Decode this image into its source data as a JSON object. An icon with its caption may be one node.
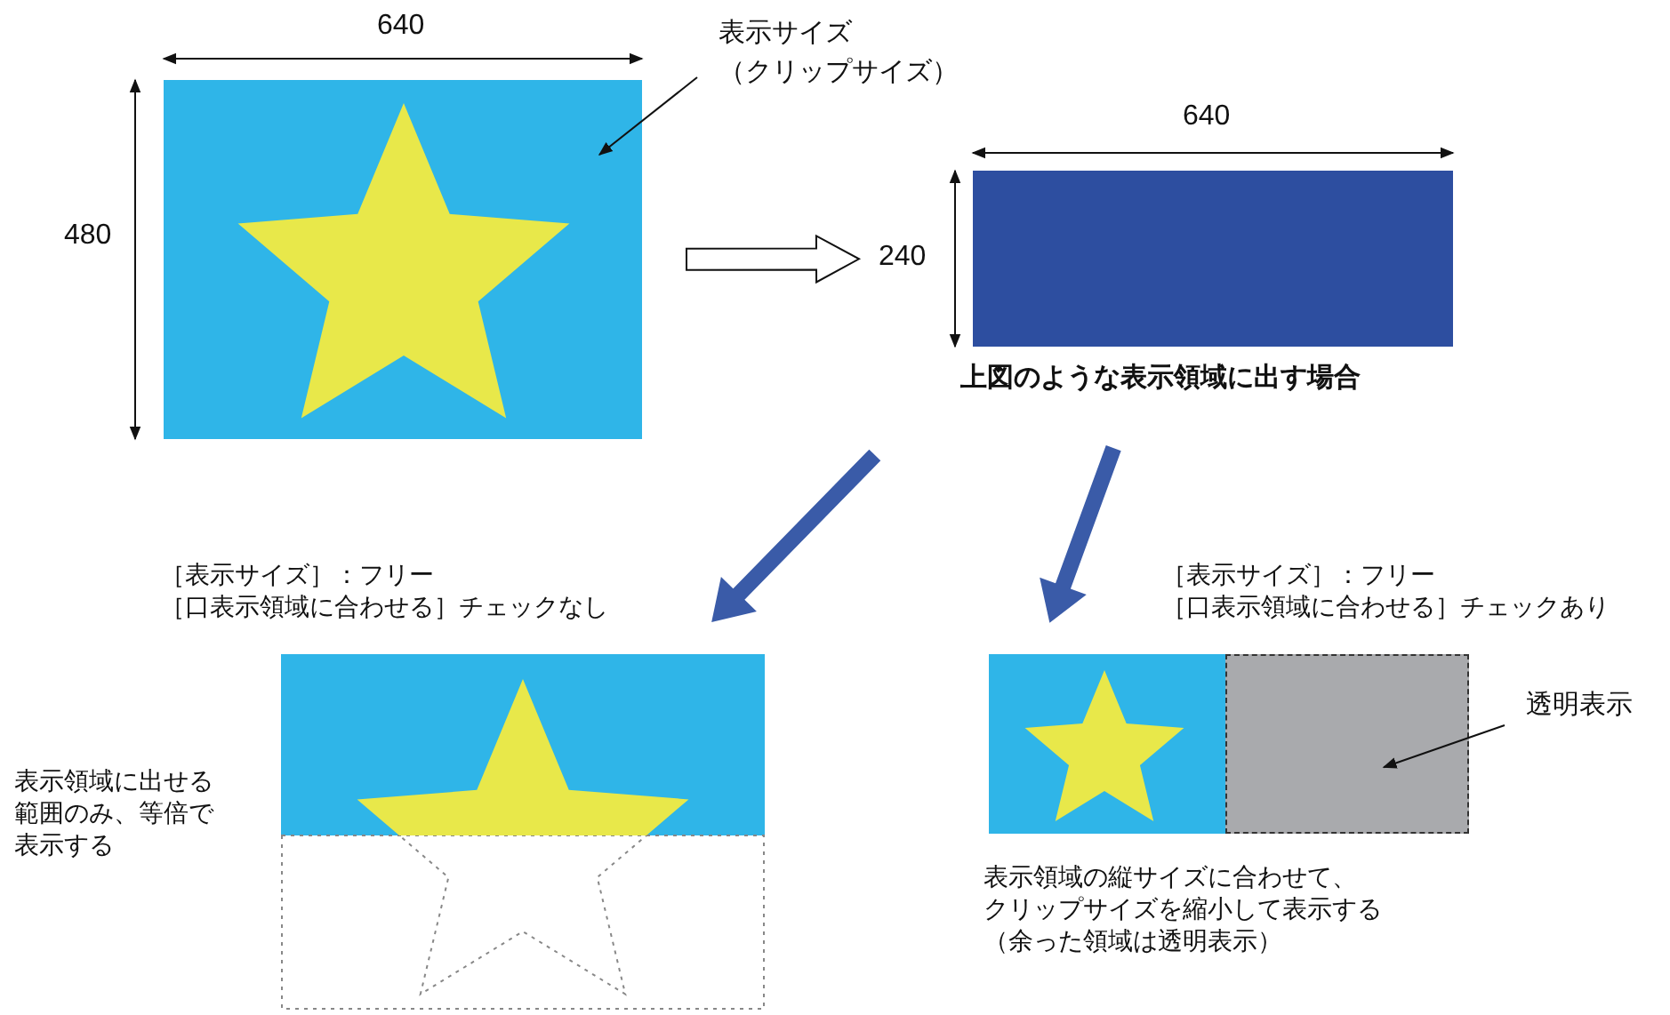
{
  "diagram": {
    "nodes": [
      {
        "text": [
          "表示サイズ（クリップサイズ）"
        ]
      },
      {
        "text": [],
        "shape": "picture"
      },
      {
        "text": [],
        "shape": "box",
        "beside": [
          "上図のような表示領域に出す場合"
        ]
      },
      {
        "text": [],
        "shape": "picture",
        "beside": [
          "［表示サイズ］：フリー",
          "［口表示領域に合わせる］チェックなし",
          "表示領域に出せる範囲のみ、等倍で表示する"
        ]
      },
      {
        "text": [],
        "shape": "picture",
        "beside": [
          "［表示サイズ］：フリー",
          "［口表示領域に合わせる］チェックあり",
          "表示領域の縦サイズに合わせて、クリップサイズを縮小して表示する（余った領域は透明表示）"
        ]
      },
      {
        "text": [],
        "shape": "box"
      },
      {
        "text": [
          "透明表示"
        ]
      }
    ],
    "edges": [
      {
        "from": 0,
        "to": 1,
        "arrow": "to"
      },
      {
        "from": 1,
        "to": 2,
        "arrow": "to",
        "style": "thick"
      },
      {
        "from": 2,
        "to": 3,
        "arrow": "to",
        "style": "thick",
        "color": "#3a5ba8"
      },
      {
        "from": 2,
        "to": 4,
        "arrow": "to",
        "style": "thick",
        "color": "#3a5ba8"
      },
      {
        "from": 6,
        "to": 5,
        "arrow": "to"
      }
    ],
    "labels": [
      "640",
      "480",
      "640",
      "240"
    ]
  }
}
